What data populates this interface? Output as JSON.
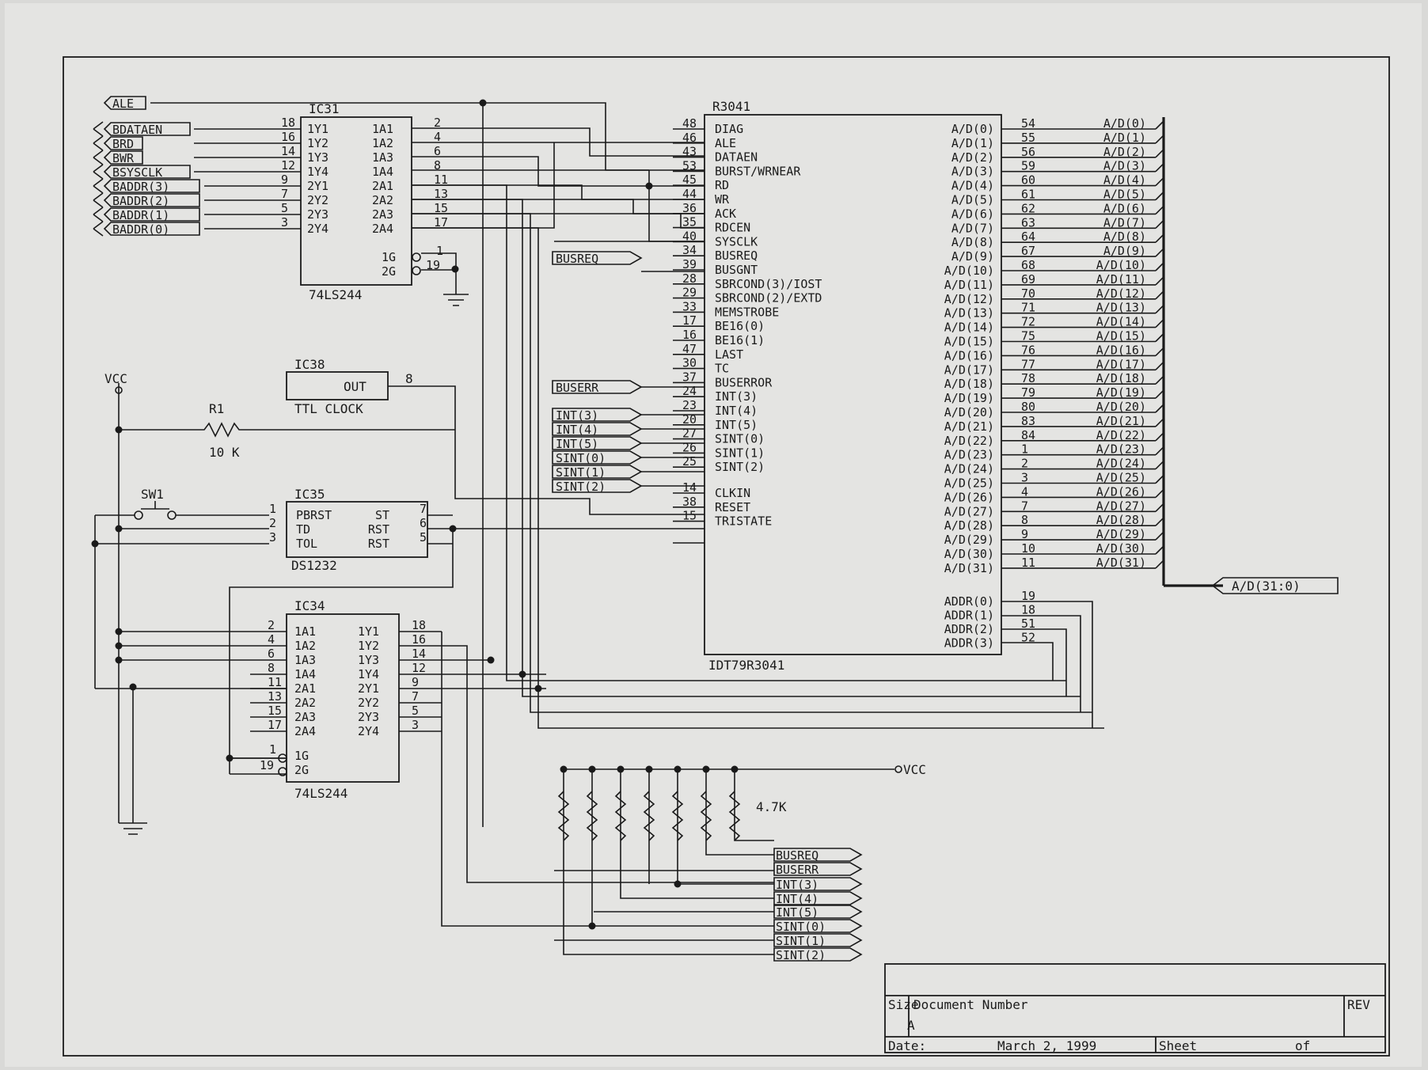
{
  "ic31": {
    "ref": "IC31",
    "part": "74LS244",
    "left": [
      {
        "pin": "18",
        "name": "1Y1"
      },
      {
        "pin": "16",
        "name": "1Y2"
      },
      {
        "pin": "14",
        "name": "1Y3"
      },
      {
        "pin": "12",
        "name": "1Y4"
      },
      {
        "pin": "9",
        "name": "2Y1"
      },
      {
        "pin": "7",
        "name": "2Y2"
      },
      {
        "pin": "5",
        "name": "2Y3"
      },
      {
        "pin": "3",
        "name": "2Y4"
      }
    ],
    "right": [
      {
        "pin": "2",
        "name": "1A1"
      },
      {
        "pin": "4",
        "name": "1A2"
      },
      {
        "pin": "6",
        "name": "1A3"
      },
      {
        "pin": "8",
        "name": "1A4"
      },
      {
        "pin": "11",
        "name": "2A1"
      },
      {
        "pin": "13",
        "name": "2A2"
      },
      {
        "pin": "15",
        "name": "2A3"
      },
      {
        "pin": "17",
        "name": "2A4"
      }
    ],
    "enables": [
      {
        "pin": "1",
        "name": "1G"
      },
      {
        "pin": "19",
        "name": "2G"
      }
    ]
  },
  "offpage_left": [
    "ALE",
    "BDATAEN",
    "BRD",
    "BWR",
    "BSYSCLK",
    "BADDR(3)",
    "BADDR(2)",
    "BADDR(1)",
    "BADDR(0)"
  ],
  "r3041": {
    "ref": "R3041",
    "part": "IDT79R3041",
    "left": [
      {
        "pin": "48",
        "name": "DIAG"
      },
      {
        "pin": "46",
        "name": "ALE"
      },
      {
        "pin": "43",
        "name": "DATAEN"
      },
      {
        "pin": "53",
        "name": "BURST/WRNEAR"
      },
      {
        "pin": "45",
        "name": "RD"
      },
      {
        "pin": "44",
        "name": "WR"
      },
      {
        "pin": "36",
        "name": "ACK"
      },
      {
        "pin": "35",
        "name": "RDCEN"
      },
      {
        "pin": "40",
        "name": "SYSCLK"
      },
      {
        "pin": "34",
        "name": "BUSREQ"
      },
      {
        "pin": "39",
        "name": "BUSGNT"
      },
      {
        "pin": "28",
        "name": "SBRCOND(3)/IOST"
      },
      {
        "pin": "29",
        "name": "SBRCOND(2)/EXTD"
      },
      {
        "pin": "33",
        "name": "MEMSTROBE"
      },
      {
        "pin": "17",
        "name": "BE16(0)"
      },
      {
        "pin": "16",
        "name": "BE16(1)"
      },
      {
        "pin": "47",
        "name": "LAST"
      },
      {
        "pin": "30",
        "name": "TC"
      },
      {
        "pin": "37",
        "name": "BUSERROR"
      },
      {
        "pin": "24",
        "name": "INT(3)"
      },
      {
        "pin": "23",
        "name": "INT(4)"
      },
      {
        "pin": "20",
        "name": "INT(5)"
      },
      {
        "pin": "27",
        "name": "SINT(0)"
      },
      {
        "pin": "26",
        "name": "SINT(1)"
      },
      {
        "pin": "25",
        "name": "SINT(2)"
      },
      {
        "pin": "14",
        "name": "CLKIN"
      },
      {
        "pin": "38",
        "name": "RESET"
      },
      {
        "pin": "15",
        "name": "TRISTATE"
      }
    ],
    "ad_pins": [
      "54",
      "55",
      "56",
      "59",
      "60",
      "61",
      "62",
      "63",
      "64",
      "67",
      "68",
      "69",
      "70",
      "71",
      "72",
      "75",
      "76",
      "77",
      "78",
      "79",
      "80",
      "83",
      "84",
      "1",
      "2",
      "3",
      "4",
      "7",
      "8",
      "9",
      "10",
      "11"
    ],
    "ad_names": [
      "A/D(0)",
      "A/D(1)",
      "A/D(2)",
      "A/D(3)",
      "A/D(4)",
      "A/D(5)",
      "A/D(6)",
      "A/D(7)",
      "A/D(8)",
      "A/D(9)",
      "A/D(10)",
      "A/D(11)",
      "A/D(12)",
      "A/D(13)",
      "A/D(14)",
      "A/D(15)",
      "A/D(16)",
      "A/D(17)",
      "A/D(18)",
      "A/D(19)",
      "A/D(20)",
      "A/D(21)",
      "A/D(22)",
      "A/D(23)",
      "A/D(24)",
      "A/D(25)",
      "A/D(26)",
      "A/D(27)",
      "A/D(28)",
      "A/D(29)",
      "A/D(30)",
      "A/D(31)"
    ],
    "addr": [
      {
        "pin": "19",
        "name": "ADDR(0)"
      },
      {
        "pin": "18",
        "name": "ADDR(1)"
      },
      {
        "pin": "51",
        "name": "ADDR(2)"
      },
      {
        "pin": "52",
        "name": "ADDR(3)"
      }
    ]
  },
  "bus_label": "A/D(31:0)",
  "offpage_mid": [
    "BUSREQ",
    "BUSERR",
    "INT(3)",
    "INT(4)",
    "INT(5)",
    "SINT(0)",
    "SINT(1)",
    "SINT(2)"
  ],
  "ic38": {
    "ref": "IC38",
    "pin_name": "OUT",
    "pin": "8",
    "part": "TTL CLOCK"
  },
  "vcc": "VCC",
  "r1": {
    "ref": "R1",
    "value": "10 K"
  },
  "sw1": "SW1",
  "ic35": {
    "ref": "IC35",
    "part": "DS1232",
    "left": [
      {
        "pin": "1",
        "name": "PBRST"
      },
      {
        "pin": "2",
        "name": "TD"
      },
      {
        "pin": "3",
        "name": "TOL"
      }
    ],
    "right": [
      {
        "pin": "7",
        "name": "ST"
      },
      {
        "pin": "6",
        "name": "RST"
      },
      {
        "pin": "5",
        "name": "RST"
      }
    ]
  },
  "ic34": {
    "ref": "IC34",
    "part": "74LS244",
    "left": [
      {
        "pin": "2",
        "name": "1A1"
      },
      {
        "pin": "4",
        "name": "1A2"
      },
      {
        "pin": "6",
        "name": "1A3"
      },
      {
        "pin": "8",
        "name": "1A4"
      },
      {
        "pin": "11",
        "name": "2A1"
      },
      {
        "pin": "13",
        "name": "2A2"
      },
      {
        "pin": "15",
        "name": "2A3"
      },
      {
        "pin": "17",
        "name": "2A4"
      }
    ],
    "right": [
      {
        "pin": "18",
        "name": "1Y1"
      },
      {
        "pin": "16",
        "name": "1Y2"
      },
      {
        "pin": "14",
        "name": "1Y3"
      },
      {
        "pin": "12",
        "name": "1Y4"
      },
      {
        "pin": "9",
        "name": "2Y1"
      },
      {
        "pin": "7",
        "name": "2Y2"
      },
      {
        "pin": "5",
        "name": "2Y3"
      },
      {
        "pin": "3",
        "name": "2Y4"
      }
    ],
    "enables": [
      {
        "pin": "1",
        "name": "1G"
      },
      {
        "pin": "19",
        "name": "2G"
      }
    ]
  },
  "pullup": {
    "vcc": "VCC",
    "value": "4.7K"
  },
  "title_block": {
    "size_label": "Size",
    "size": "A",
    "docnum_label": "Document Number",
    "rev_label": "REV",
    "date_label": "Date:",
    "date": "March  2, 1999",
    "sheet_label": "Sheet",
    "of_label": "of"
  }
}
